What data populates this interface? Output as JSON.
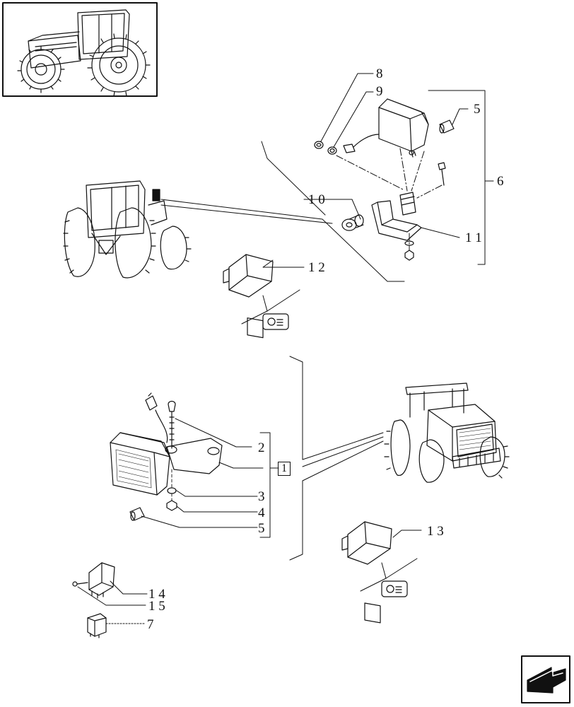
{
  "callouts": {
    "c8": "8",
    "c9": "9",
    "c5_top": "5",
    "c6": "6",
    "c10": "1 0",
    "c11": "1 1",
    "c12": "1 2",
    "c2": "2",
    "c1": "1",
    "c3": "3",
    "c4": "4",
    "c5_mid": "5",
    "c13": "1 3",
    "c14": "1 4",
    "c15": "1 5",
    "c7": "7"
  },
  "icons": {
    "overview": "tractor-overview-icon",
    "rear_view": "tractor-rear-view-icon",
    "front_view": "tractor-front-view-icon",
    "work_light": "work-light-icon",
    "rocker_switch": "rocker-switch-icon",
    "relay": "relay-icon",
    "navigation": "next-page-arrow-icon"
  }
}
